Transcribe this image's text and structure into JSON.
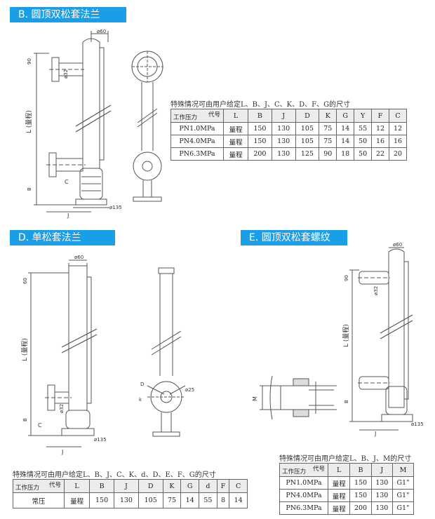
{
  "sections": {
    "b": {
      "title": "B. 圆顶双松套法兰"
    },
    "d": {
      "title": "D. 单松套法兰"
    },
    "e": {
      "title": "E. 圆顶双松套螺纹"
    }
  },
  "labels": {
    "phi60": "ø60",
    "phi32": "ø32",
    "phi135": "ø135",
    "phi25": "ø25",
    "dim90": "90",
    "dim60": "60",
    "dimL": "L (量程)",
    "dimB": "B",
    "dimC": "C",
    "dimJ": "J",
    "dimM": "M",
    "dimD": "D",
    "dimk": "k"
  },
  "table_b": {
    "note": "特殊情况可由用户给定L、B、J、C、K、D、F、G的尺寸",
    "corner_code": "代号",
    "corner_pressure": "工作压力",
    "headers": [
      "L",
      "B",
      "J",
      "D",
      "K",
      "G",
      "Y",
      "F",
      "C"
    ],
    "rows": [
      [
        "PN1.0MPa",
        "量程",
        "150",
        "130",
        "105",
        "75",
        "14",
        "55",
        "12",
        "12"
      ],
      [
        "PN4.0MPa",
        "量程",
        "150",
        "130",
        "105",
        "75",
        "14",
        "50",
        "16",
        "16"
      ],
      [
        "PN6.3MPa",
        "量程",
        "200",
        "130",
        "125",
        "90",
        "18",
        "50",
        "22",
        "20"
      ]
    ]
  },
  "table_d": {
    "note": "特殊情况可由用户给定L、B、J、C、K、d、D、E、F、G的尺寸",
    "corner_code": "代号",
    "corner_pressure": "工作压力",
    "headers": [
      "L",
      "B",
      "J",
      "D",
      "K",
      "G",
      "d",
      "F",
      "C"
    ],
    "rows": [
      [
        "常压",
        "量程",
        "150",
        "130",
        "105",
        "75",
        "14",
        "55",
        "8",
        "14"
      ]
    ]
  },
  "table_e": {
    "note": "特殊情况可由用户给定L、B、J、M的尺寸",
    "corner_code": "代号",
    "corner_pressure": "工作压力",
    "headers": [
      "L",
      "B",
      "J",
      "M"
    ],
    "rows": [
      [
        "PN1.0MPa",
        "量程",
        "150",
        "130",
        "G1\""
      ],
      [
        "PN4.0MPa",
        "量程",
        "150",
        "130",
        "G1\""
      ],
      [
        "PN6.3MPa",
        "量程",
        "200",
        "130",
        "G1\""
      ]
    ]
  },
  "colors": {
    "header_bg": "#1a9ee8",
    "line": "#555555"
  }
}
